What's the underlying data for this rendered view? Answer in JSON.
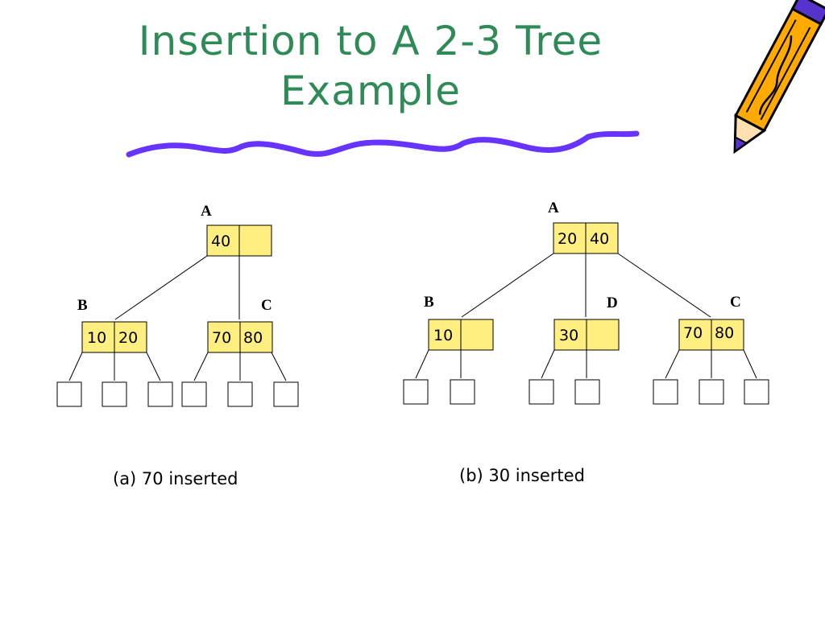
{
  "slide": {
    "title_line1": "Insertion to A 2-3 Tree",
    "title_line2": "Example"
  },
  "colors": {
    "title": "#2e8b57",
    "node_fill": "#ffee80",
    "squiggle": "#6633ff",
    "pencil_body": "#ffaa00"
  },
  "tree_a": {
    "caption": "(a) 70 inserted",
    "nodes": {
      "A": {
        "label": "A",
        "keys": [
          "40",
          ""
        ]
      },
      "B": {
        "label": "B",
        "keys": [
          "10",
          "20"
        ]
      },
      "C": {
        "label": "C",
        "keys": [
          "70",
          "80"
        ]
      }
    }
  },
  "tree_b": {
    "caption": "(b) 30 inserted",
    "nodes": {
      "A": {
        "label": "A",
        "keys": [
          "20",
          "40"
        ]
      },
      "B": {
        "label": "B",
        "keys": [
          "10",
          ""
        ]
      },
      "D": {
        "label": "D",
        "keys": [
          "30",
          ""
        ]
      },
      "C": {
        "label": "C",
        "keys": [
          "70",
          "80"
        ]
      }
    }
  }
}
